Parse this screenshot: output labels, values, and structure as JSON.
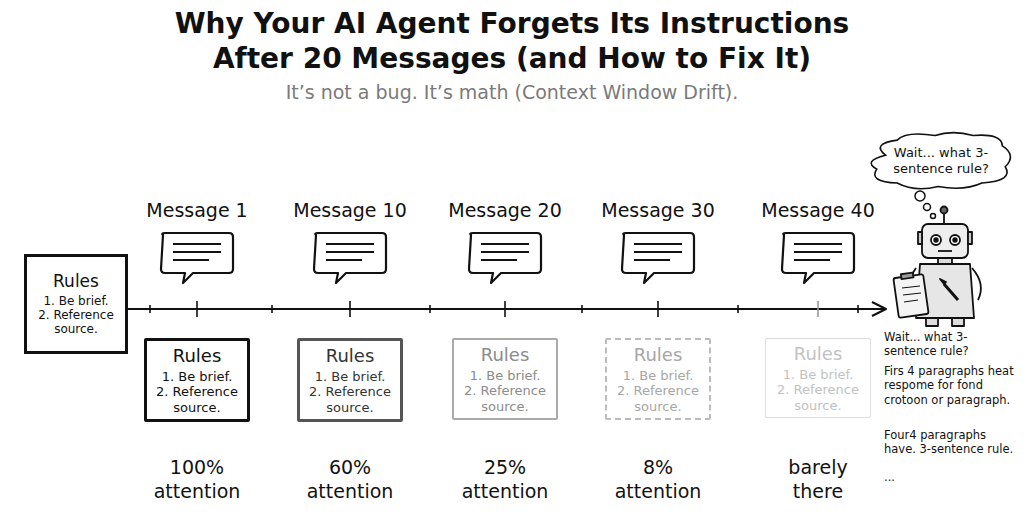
{
  "diagram": {
    "title": "Why Your AI Agent Forgets Its Instructions After 20 Messages (and How to Fix It)",
    "caption": "It’s not a bug. It’s math (Context Window Drift).",
    "nodes": [
      {
        "text": [
          "Rules",
          "1. Be brief.",
          "2. Reference source."
        ]
      },
      {
        "text": [
          "Rules",
          "1. Be brief.",
          "2. Reference source."
        ]
      },
      {
        "text": [
          "Rules",
          "1. Be brief.",
          "2. Reference source."
        ]
      },
      {
        "text": [
          "Rules",
          "1. Be brief.",
          "2. Reference source."
        ]
      },
      {
        "text": [
          "Rules",
          "1. Be brief.",
          "2. Reference source."
        ]
      },
      {
        "text": [
          "Rules",
          "1. Be brief.",
          "2. Reference source."
        ]
      },
      {
        "text": [
          "Wait... what 3-sentence rule?"
        ]
      }
    ],
    "labels": [
      "Message 1",
      "Message 10",
      "Message 20",
      "Message 30",
      "Message 40",
      "100% attention",
      "60% attention",
      "25% attention",
      "8% attention",
      "barely there",
      "Wait... what 3-sentence rule?",
      "Firs 4 paragraphs heat respome for fond crotoon or paragraph.",
      "Four4 paragraphs have. 3-sentence rule.",
      "..."
    ]
  }
}
